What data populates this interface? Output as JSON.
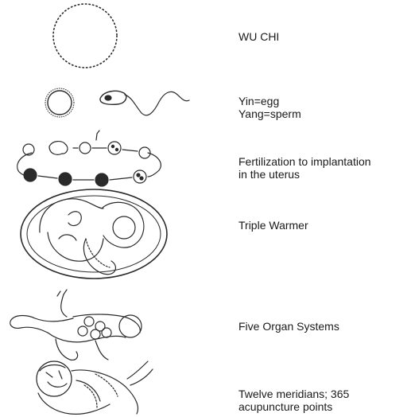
{
  "stages": [
    {
      "id": "wu-chi",
      "lines": [
        "WU CHI"
      ]
    },
    {
      "id": "yin-yang",
      "lines": [
        "Yin=egg",
        "Yang=sperm"
      ]
    },
    {
      "id": "fertilization",
      "lines": [
        "Fertilization to implantation",
        "in the uterus"
      ]
    },
    {
      "id": "triple-warmer",
      "lines": [
        "Triple Warmer"
      ]
    },
    {
      "id": "five-organ",
      "lines": [
        "Five Organ Systems"
      ]
    },
    {
      "id": "meridians",
      "lines": [
        "Twelve meridians; 365",
        "acupuncture points"
      ]
    }
  ],
  "icons": [
    "dotted-circle-icon",
    "egg-icon",
    "sperm-icon",
    "cell-division-cycle-icon",
    "fetus-in-womb-icon",
    "infant-with-five-circles-icon",
    "curled-fetus-icon"
  ]
}
